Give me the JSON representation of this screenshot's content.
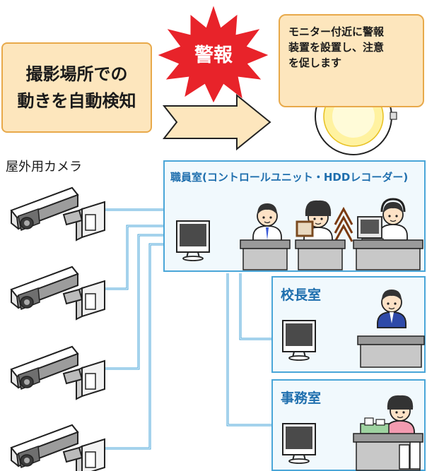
{
  "detection_box": {
    "text": "撮影場所での\n動きを自動検知"
  },
  "alarm_label": "警報",
  "notice_box": {
    "text": "モニター付近に警報\n装置を設置し、注意\nを促します"
  },
  "camera_label": "屋外用カメラ",
  "rooms": {
    "staff_room": "職員室(コントロールユニット・HDDレコーダー)",
    "principal_room": "校長室",
    "office_room": "事務室"
  },
  "colors": {
    "box_fill": "#fde6bd",
    "box_border": "#e8a94a",
    "room_border": "#4aa6d8",
    "room_title": "#1f6fae",
    "alarm_burst": "#e8232a",
    "cable": "#4aa6d8"
  }
}
